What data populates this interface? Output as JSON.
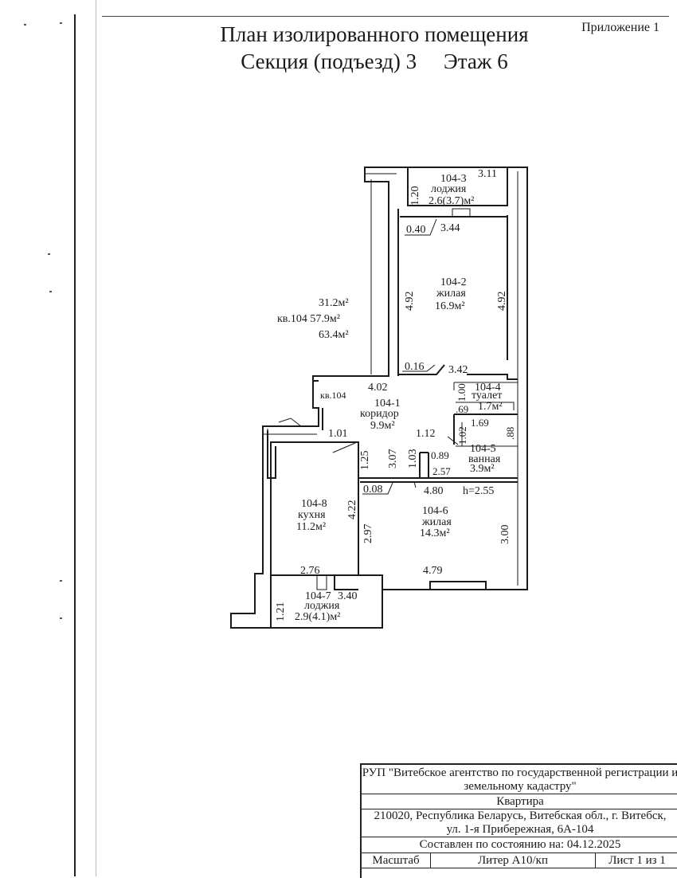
{
  "header": {
    "appendix": "Приложение 1",
    "title_line1": "План изолированного помещения",
    "title_line2": "Секция (подъезд) 3     Этаж 6"
  },
  "summary": {
    "living_area": "31.2м²",
    "total_area": "кв.104 57.9м²",
    "total_with_loggias": "63.4м²",
    "entrance_label": "кв.104"
  },
  "rooms": {
    "r3": {
      "id": "104-3",
      "name": "лоджия",
      "area": "2.6(3.7)м²"
    },
    "r2": {
      "id": "104-2",
      "name": "жилая",
      "area": "16.9м²"
    },
    "r1": {
      "id": "104-1",
      "name": "коридор",
      "area": "9.9м²"
    },
    "r4": {
      "id": "104-4",
      "name": "туалет",
      "area": "1.7м²"
    },
    "r5": {
      "id": "104-5",
      "name": "ванная",
      "area": "3.9м²"
    },
    "r6": {
      "id": "104-6",
      "name": "жилая",
      "area": "14.3м²"
    },
    "r8": {
      "id": "104-8",
      "name": "кухня",
      "area": "11.2м²"
    },
    "r7": {
      "id": "104-7",
      "name": "лоджия",
      "area": "2.9(4.1)м²"
    }
  },
  "dims": {
    "d311": "3.11",
    "d120": "1.20",
    "d040": "0.40",
    "d344": "3.44",
    "d492a": "4.92",
    "d492b": "4.92",
    "d016": "0.16",
    "d342": "3.42",
    "d402": "4.02",
    "d100": "1.00",
    "d069": ".69",
    "d169": "1.69",
    "d102": "1.02",
    "d088": ".88",
    "d112": "1.12",
    "d101": "1.01",
    "d125": "1.25",
    "d307": "3.07",
    "d103": "1.03",
    "d089": "0.89",
    "d257": "2.57",
    "d008": "0.08",
    "d480": "4.80",
    "height": "h=2.55",
    "d422": "4.22",
    "d297": "2.97",
    "d300": "3.00",
    "d276": "2.76",
    "d479": "4.79",
    "d121": "1.21",
    "d340": "3.40"
  },
  "stamp": {
    "org_line1": "РУП \"Витебское агентство по государственной регистрации и",
    "org_line2": "земельному кадастру\"",
    "object": "Квартира",
    "addr_line1": "210020, Республика Беларусь, Витебская обл., г. Витебск,",
    "addr_line2": "ул. 1-я Прибережная, 6А-104",
    "state_date": "Составлен по состоянию на: 04.12.2025",
    "scale": "Масштаб",
    "liter": "Литер А10/кп",
    "sheet": "Лист  1  из 1"
  }
}
